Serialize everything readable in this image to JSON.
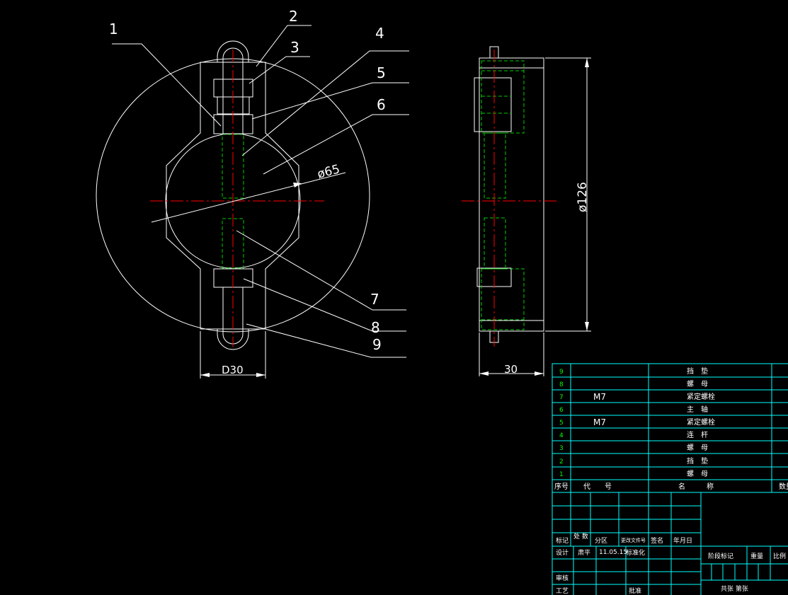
{
  "canvas": {
    "background": "#000000"
  },
  "colors": {
    "outline": "#ffffff",
    "centerline": "#ff0000",
    "hidden": "#00cc00",
    "table_grid": "#00ffff",
    "table_no": "#00ff00"
  },
  "front_view": {
    "leaders": [
      "1",
      "2",
      "3",
      "4",
      "5",
      "6",
      "7",
      "8",
      "9"
    ],
    "dim_hole": "ø65",
    "dim_width": "D30"
  },
  "side_view": {
    "dim_diameter": "ø126",
    "dim_thickness": "30"
  },
  "bom": {
    "rows": [
      {
        "no": "9",
        "code": "",
        "name": "挡　垫"
      },
      {
        "no": "8",
        "code": "",
        "name": "螺　母"
      },
      {
        "no": "7",
        "code": "M7",
        "name": "紧定螺栓"
      },
      {
        "no": "6",
        "code": "",
        "name": "主　轴"
      },
      {
        "no": "5",
        "code": "M7",
        "name": "紧定螺栓"
      },
      {
        "no": "4",
        "code": "",
        "name": "连　杆"
      },
      {
        "no": "3",
        "code": "",
        "name": "螺　母"
      },
      {
        "no": "2",
        "code": "",
        "name": "挡　垫"
      },
      {
        "no": "1",
        "code": "",
        "name": "螺　母"
      }
    ],
    "header": {
      "no": "序号",
      "code": "代　　号",
      "name": "名　　　称",
      "qty": "数量"
    }
  },
  "title_block": {
    "mark": "标记",
    "count": "处 数",
    "zone": "分区",
    "doc_no": "更改文件号",
    "sign": "签名",
    "date_col": "年月日",
    "design": "设计",
    "designer": "肃平",
    "design_date": "11.05.15",
    "standard": "标准化",
    "stage_mark": "阶段标记",
    "weight": "重量",
    "scale": "比例",
    "check": "审核",
    "process": "工艺",
    "approve": "批准",
    "sheets": "共张 第张"
  }
}
